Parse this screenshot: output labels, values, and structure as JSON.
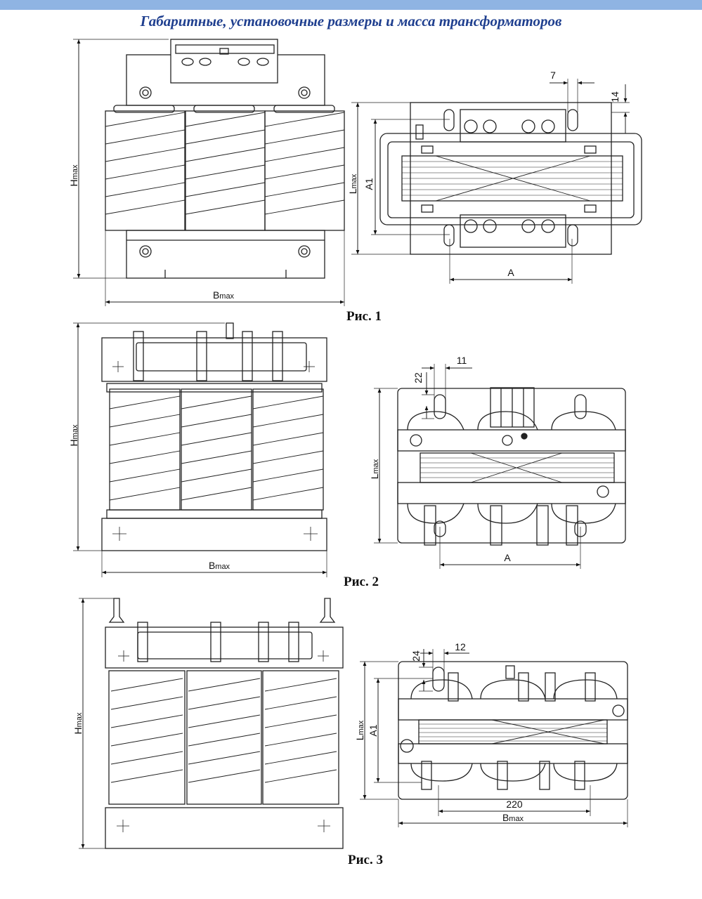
{
  "header": {
    "title": "Габаритные, установочные размеры и масса трансформаторов",
    "bar_color": "#8fb4e3",
    "title_color": "#1f3f8f"
  },
  "fig1": {
    "caption": "Рис. 1",
    "front": {
      "height_label": "H",
      "height_sub": "max",
      "width_label": "B",
      "width_sub": "max"
    },
    "top": {
      "length_label": "L",
      "length_sub": "max",
      "a1_label": "A1",
      "a_label": "A",
      "dim_7": "7",
      "dim_14": "14"
    }
  },
  "fig2": {
    "caption": "Рис. 2",
    "front": {
      "height_label": "H",
      "height_sub": "max",
      "width_label": "B",
      "width_sub": "max"
    },
    "top": {
      "length_label": "L",
      "length_sub": "max",
      "a_label": "A",
      "dim_22": "22",
      "dim_11": "11"
    }
  },
  "fig3": {
    "caption": "Рис. 3",
    "front": {
      "height_label": "H",
      "height_sub": "max"
    },
    "top": {
      "length_label": "L",
      "length_sub": "max",
      "a1_label": "A1",
      "dim_24": "24",
      "dim_12": "12",
      "dim_220": "220",
      "width_label": "B",
      "width_sub": "max"
    }
  }
}
